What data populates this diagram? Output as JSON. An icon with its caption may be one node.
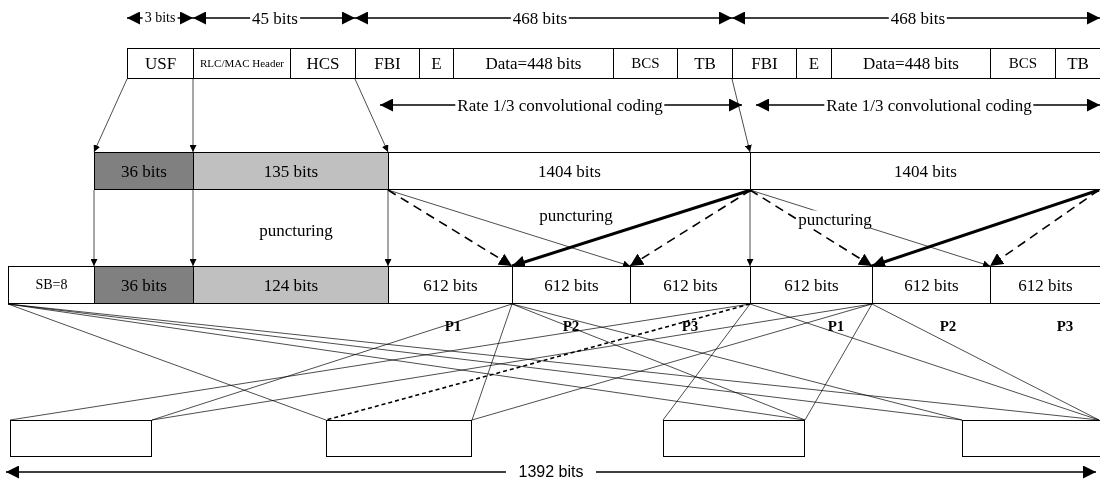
{
  "diagram": {
    "nodes": [
      {
        "text": [
          "USF"
        ]
      },
      {
        "text": [
          "RLC/MAC Header"
        ]
      },
      {
        "text": [
          "HCS"
        ]
      },
      {
        "text": [
          "FBI"
        ]
      },
      {
        "text": [
          "E"
        ]
      },
      {
        "text": [
          "Data=448 bits"
        ]
      },
      {
        "text": [
          "BCS"
        ]
      },
      {
        "text": [
          "TB"
        ]
      },
      {
        "text": [
          "FBI"
        ]
      },
      {
        "text": [
          "E"
        ]
      },
      {
        "text": [
          "Data=448 bits"
        ]
      },
      {
        "text": [
          "BCS"
        ]
      },
      {
        "text": [
          "TB"
        ]
      },
      {
        "text": [
          "36 bits"
        ]
      },
      {
        "text": [
          "135 bits"
        ]
      },
      {
        "text": [
          "1404 bits"
        ]
      },
      {
        "text": [
          "1404 bits"
        ]
      },
      {
        "text": [
          "SB=8"
        ]
      },
      {
        "text": [
          "36 bits"
        ]
      },
      {
        "text": [
          "124 bits"
        ]
      },
      {
        "text": [
          "612 bits"
        ]
      },
      {
        "text": [
          "612 bits"
        ]
      },
      {
        "text": [
          "612 bits"
        ]
      },
      {
        "text": [
          "612 bits"
        ]
      },
      {
        "text": [
          "612 bits"
        ]
      },
      {
        "text": [
          "612 bits"
        ]
      },
      {
        "text": [],
        "shape": "box"
      },
      {
        "text": [],
        "shape": "box"
      },
      {
        "text": [],
        "shape": "box"
      },
      {
        "text": [],
        "shape": "box"
      }
    ],
    "edges": [
      {
        "from": 0,
        "to": 13,
        "arrow": "to"
      },
      {
        "from": 1,
        "to": 14,
        "arrow": "to"
      },
      {
        "from": 3,
        "to": 15,
        "arrow": "to"
      },
      {
        "from": 8,
        "to": 16,
        "arrow": "to"
      },
      {
        "from": 13,
        "to": 18,
        "arrow": "to"
      },
      {
        "from": 14,
        "to": 19,
        "arrow": "to"
      },
      {
        "from": 15,
        "to": 20,
        "arrow": "to"
      },
      {
        "from": 16,
        "to": 23,
        "arrow": "to"
      },
      {
        "from": 15,
        "to": 21,
        "arrow": "to",
        "style": "dashed"
      },
      {
        "from": 15,
        "to": 22,
        "arrow": "to"
      },
      {
        "from": 15,
        "to": 21,
        "arrow": "to",
        "style": "thick"
      },
      {
        "from": 15,
        "to": 22,
        "arrow": "to",
        "style": "dashed"
      },
      {
        "from": 16,
        "to": 24,
        "arrow": "to",
        "style": "dashed"
      },
      {
        "from": 16,
        "to": 25,
        "arrow": "to"
      },
      {
        "from": 16,
        "to": 24,
        "arrow": "to",
        "style": "thick"
      },
      {
        "from": 16,
        "to": 25,
        "arrow": "to",
        "style": "dashed"
      },
      {
        "from": 17,
        "to": 27,
        "arrow": "none"
      },
      {
        "from": 17,
        "to": 28,
        "arrow": "none"
      },
      {
        "from": 17,
        "to": 29,
        "arrow": "none"
      },
      {
        "from": 17,
        "to": 29,
        "arrow": "none"
      },
      {
        "from": 21,
        "to": 26,
        "arrow": "none"
      },
      {
        "from": 21,
        "to": 27,
        "arrow": "none"
      },
      {
        "from": 21,
        "to": 28,
        "arrow": "none"
      },
      {
        "from": 21,
        "to": 29,
        "arrow": "none"
      },
      {
        "from": 23,
        "to": 26,
        "arrow": "none"
      },
      {
        "from": 23,
        "to": 27,
        "arrow": "none",
        "style": "dashed"
      },
      {
        "from": 23,
        "to": 28,
        "arrow": "none"
      },
      {
        "from": 23,
        "to": 29,
        "arrow": "none"
      },
      {
        "from": 24,
        "to": 26,
        "arrow": "none"
      },
      {
        "from": 24,
        "to": 27,
        "arrow": "none"
      },
      {
        "from": 24,
        "to": 28,
        "arrow": "none"
      },
      {
        "from": 24,
        "to": 29,
        "arrow": "none"
      }
    ],
    "labels": [
      "3 bits",
      "45 bits",
      "468 bits",
      "468 bits",
      "Rate 1/3 convolutional coding",
      "Rate 1/3 convolutional coding",
      "puncturing",
      "puncturing",
      "puncturing",
      "P1",
      "P2",
      "P3",
      "P1",
      "P2",
      "P3",
      "1392 bits"
    ]
  }
}
